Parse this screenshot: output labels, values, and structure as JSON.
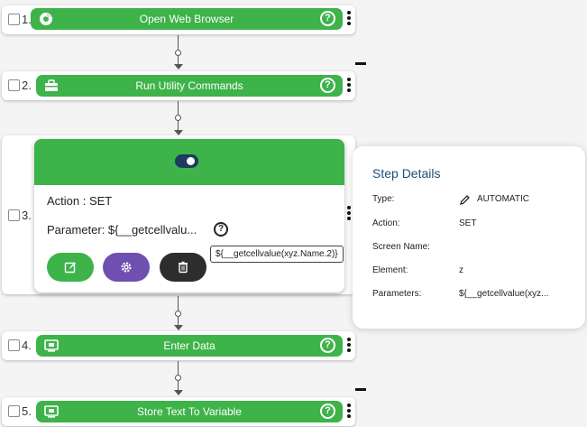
{
  "steps": [
    {
      "number": "1.",
      "label": "Open Web Browser",
      "icon": "browser-icon"
    },
    {
      "number": "2.",
      "label": "Run Utility Commands",
      "icon": "toolbox-icon"
    },
    {
      "number": "3.",
      "icon": "toggle-icon"
    },
    {
      "number": "4.",
      "label": "Enter Data",
      "icon": "monitor-icon"
    },
    {
      "number": "5.",
      "label": "Store Text To Variable",
      "icon": "monitor-icon"
    }
  ],
  "expanded_step": {
    "action": "Action : SET",
    "parameter": "Parameter: ${__getcellvalu...",
    "tooltip": "${__getcellvalue(xyz.Name.2)}",
    "buttons": [
      "edit-icon",
      "settings-icon",
      "delete-icon"
    ]
  },
  "help_glyph": "?",
  "step_details": {
    "title": "Step Details",
    "rows": [
      {
        "label": "Type:",
        "value": "AUTOMATIC"
      },
      {
        "label": "Action:",
        "value": "SET"
      },
      {
        "label": "Screen Name:",
        "value": ""
      },
      {
        "label": "Element:",
        "value": "z"
      },
      {
        "label": "Parameters:",
        "value": "${__getcellvalue(xyz..."
      }
    ]
  },
  "colors": {
    "green": "#3db34a",
    "purple": "#6f4fb0",
    "dark": "#2d2d2d",
    "toggle": "#1f3a5f",
    "title_blue": "#1f4e79"
  }
}
